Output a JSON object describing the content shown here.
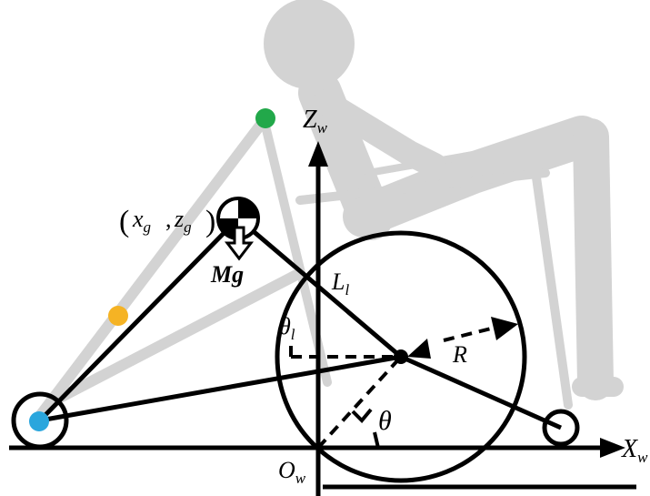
{
  "labels": {
    "z_axis": "Z",
    "z_axis_sub": "w",
    "x_axis": "X",
    "x_axis_sub": "w",
    "origin": "O",
    "origin_sub": "w",
    "com_x": "x",
    "com_x_sub": "g",
    "com_z": "z",
    "com_z_sub": "g",
    "weight": "Mg",
    "length": "L",
    "length_sub": "l",
    "radius": "R",
    "theta": "θ",
    "theta_l": "θ",
    "theta_l_sub": "l"
  },
  "colors": {
    "silhouette": "#d3d3d3",
    "lines": "#000000",
    "green_point": "#22a84a",
    "yellow_point": "#f5b324",
    "blue_point": "#2aa6dd"
  }
}
